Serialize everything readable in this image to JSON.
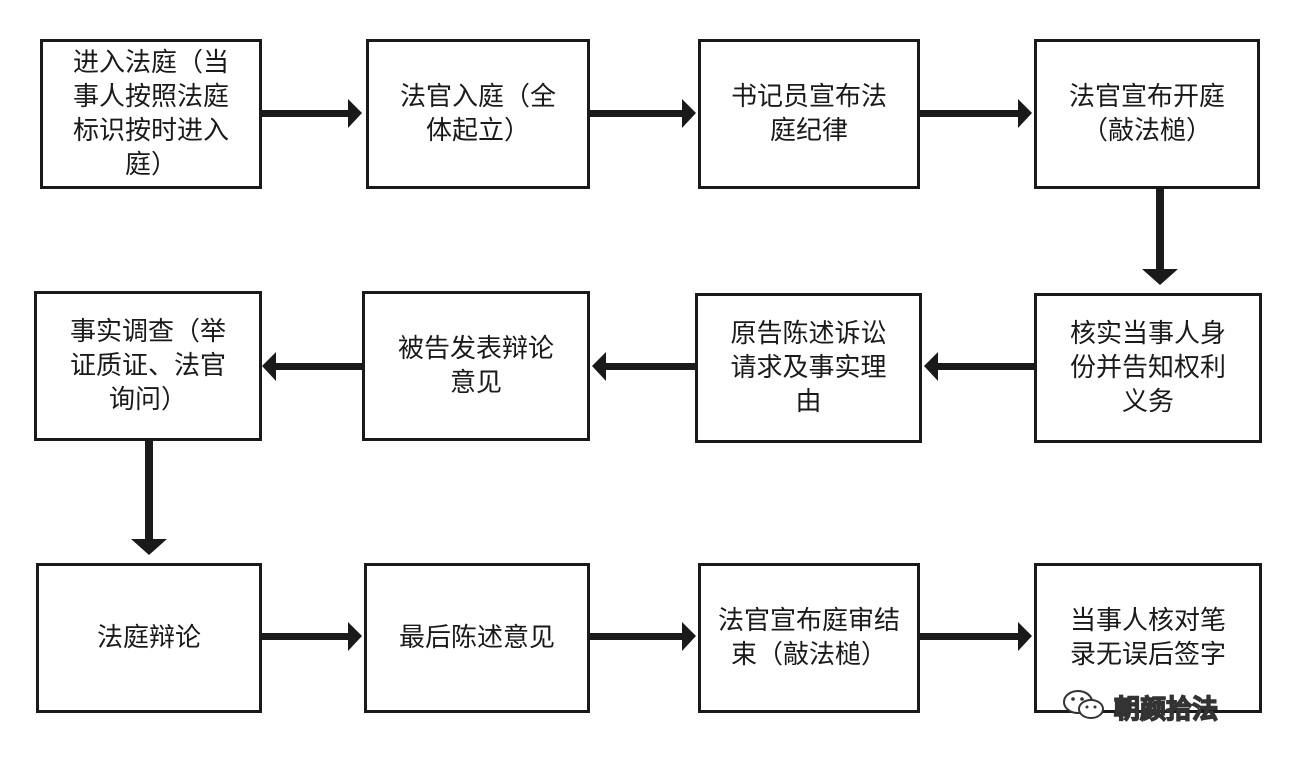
{
  "flow": {
    "row1": [
      "进入法庭（当\n事人按照法庭\n标识按时进入\n庭）",
      "法官入庭（全\n体起立）",
      "书记员宣布法\n庭纪律",
      "法官宣布开庭\n（敲法槌）"
    ],
    "row2": [
      "事实调查（举\n证质证、法官\n询问）",
      "被告发表辩论\n意见",
      "原告陈述诉讼\n请求及事实理\n由",
      "核实当事人身\n份并告知权利\n义务"
    ],
    "row3": [
      "法庭辩论",
      "最后陈述意见",
      "法官宣布庭审结\n束（敲法槌）",
      "当事人核对笔\n录无误后签字"
    ]
  },
  "watermark": {
    "text": "朝颜拾法",
    "icon": "wechat-icon"
  },
  "colors": {
    "stroke": "#1a1a1a",
    "background": "#ffffff"
  }
}
